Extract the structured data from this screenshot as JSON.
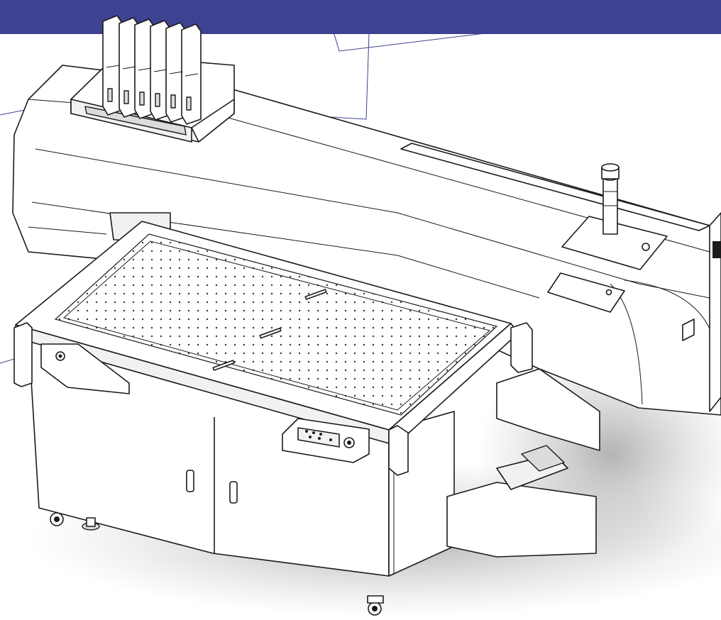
{
  "page": {
    "background": "#ffffff",
    "header_band_color": "#3d4390",
    "leader_line_color": "#3d4390"
  },
  "illustration": {
    "subject": "flatbed-uv-printer",
    "ink_cartridge_count": 6,
    "control_panel_buttons": 6,
    "bed_has_vacuum_holes": true,
    "status_lamp": true,
    "doors": 2,
    "casters": 3
  }
}
